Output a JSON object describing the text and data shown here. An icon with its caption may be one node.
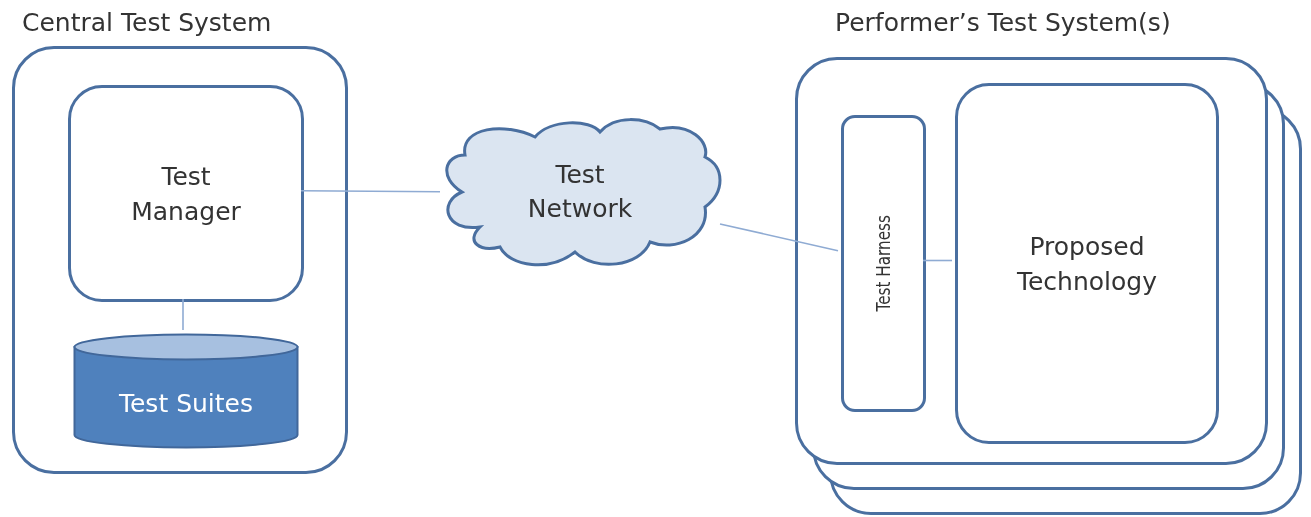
{
  "diagram": {
    "nodes": [
      {
        "text": [
          "Central Test System"
        ]
      },
      {
        "text": [
          "Test Manager"
        ],
        "in": 0
      },
      {
        "text": [
          "Test Suites"
        ],
        "in": 0
      },
      {
        "text": [
          "Test Network"
        ]
      },
      {
        "text": [
          "Performer’s Test System(s)"
        ]
      },
      {
        "text": [
          "Test Harness"
        ],
        "in": 4
      },
      {
        "text": [
          "Proposed Technology"
        ],
        "in": 4
      }
    ],
    "edges": [
      {
        "from": 1,
        "to": 3,
        "arrow": "none"
      },
      {
        "from": 1,
        "to": 2,
        "arrow": "none"
      },
      {
        "from": 3,
        "to": 5,
        "arrow": "none"
      },
      {
        "from": 5,
        "to": 6,
        "arrow": "none"
      }
    ]
  }
}
